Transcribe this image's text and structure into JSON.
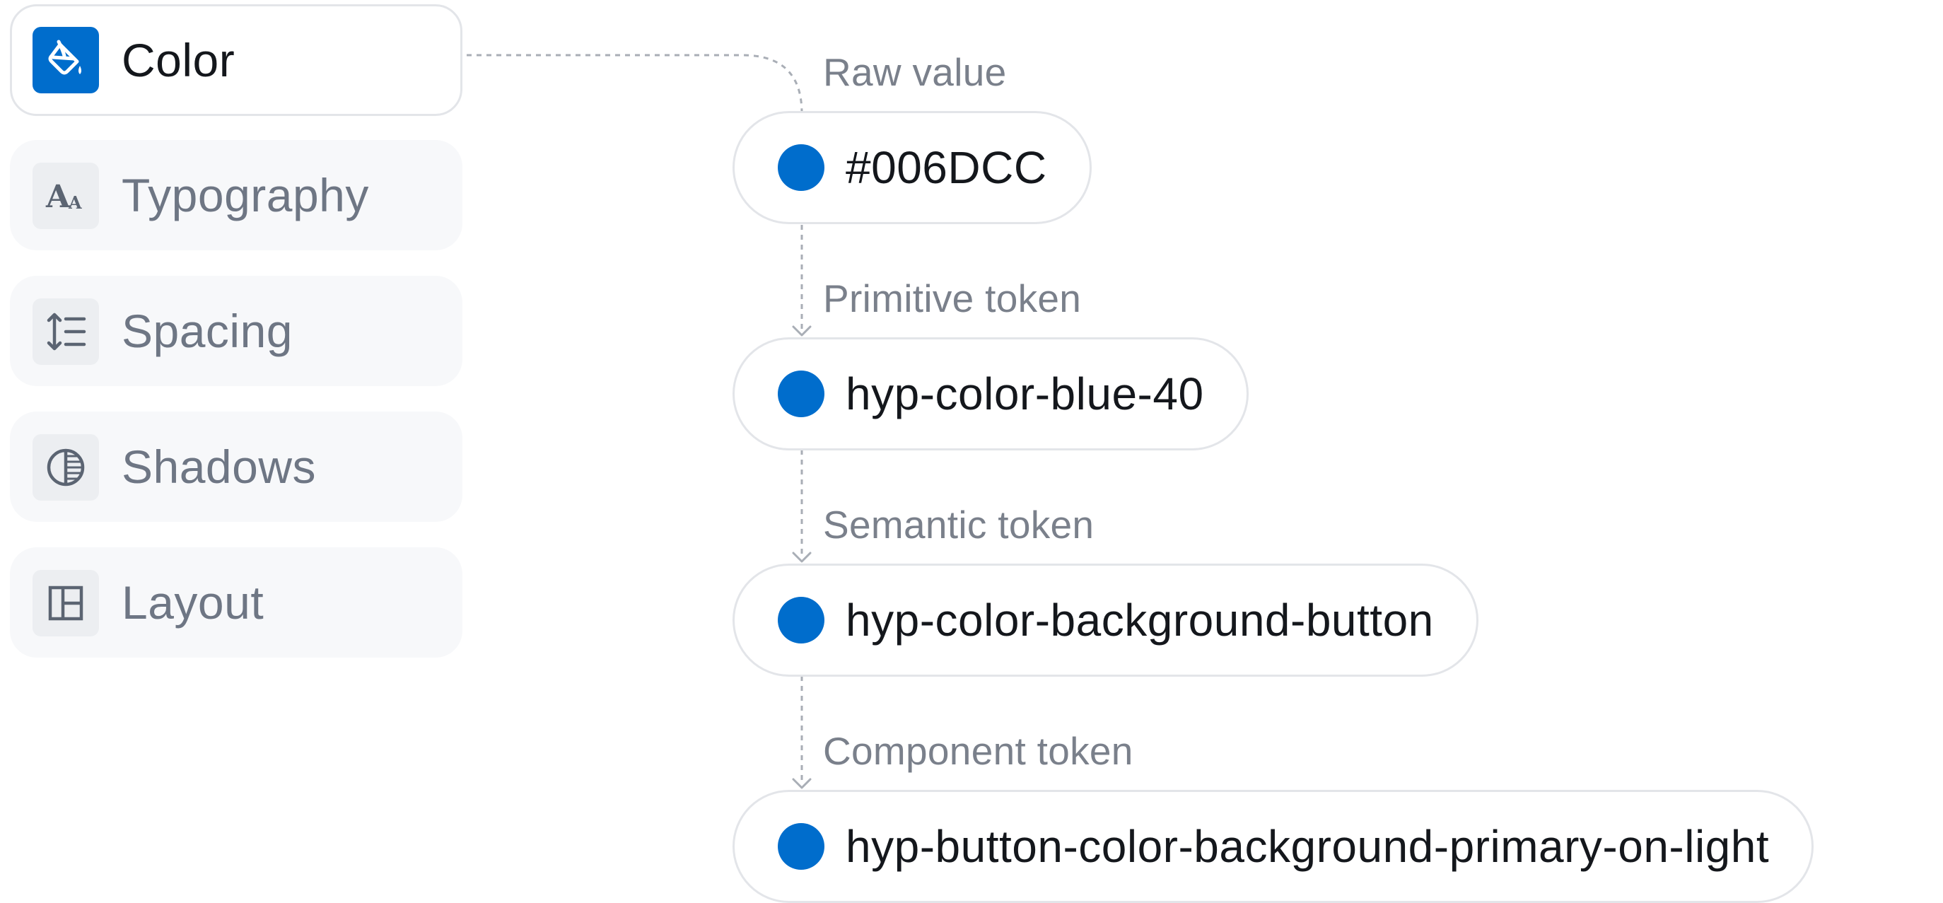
{
  "sidebar": {
    "items": [
      {
        "label": "Color",
        "icon": "paint-bucket-icon",
        "active": true
      },
      {
        "label": "Typography",
        "icon": "font-size-icon",
        "active": false
      },
      {
        "label": "Spacing",
        "icon": "line-spacing-icon",
        "active": false
      },
      {
        "label": "Shadows",
        "icon": "contrast-circle-icon",
        "active": false
      },
      {
        "label": "Layout",
        "icon": "layout-panel-icon",
        "active": false
      }
    ]
  },
  "flow": {
    "stages": [
      {
        "label": "Raw value",
        "value": "#006DCC"
      },
      {
        "label": "Primitive token",
        "value": "hyp-color-blue-40"
      },
      {
        "label": "Semantic token",
        "value": "hyp-color-background-button"
      },
      {
        "label": "Component token",
        "value": "hyp-button-color-background-primary-on-light"
      }
    ]
  },
  "colors": {
    "accent": "#006DCC",
    "border": "#E3E5E9",
    "text_primary": "#14171C",
    "text_muted": "#6E7684",
    "connector": "#A9AEB6"
  }
}
